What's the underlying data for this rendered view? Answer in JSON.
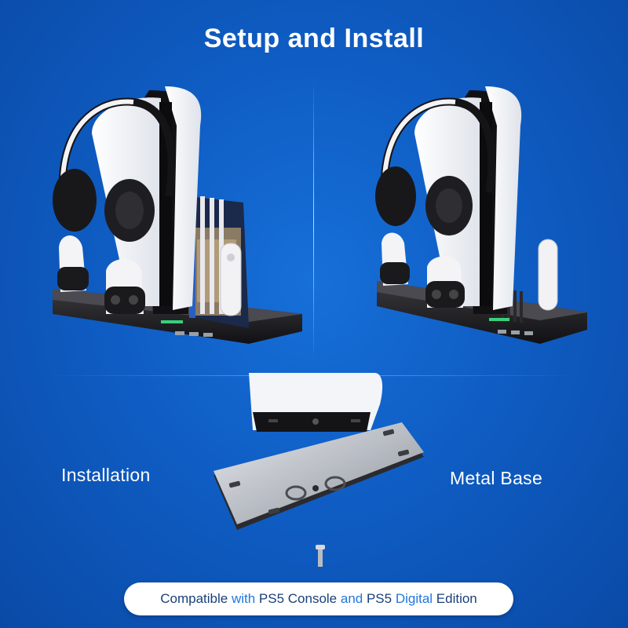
{
  "title": "Setup and Install",
  "labels": {
    "installation": "Installation",
    "metal_base": "Metal Base"
  },
  "caption": {
    "parts": [
      {
        "text": "Compatible ",
        "highlight": false
      },
      {
        "text": "with ",
        "highlight": true
      },
      {
        "text": "PS5 Console ",
        "highlight": false
      },
      {
        "text": "and ",
        "highlight": true
      },
      {
        "text": "PS5 ",
        "highlight": false
      },
      {
        "text": "Digital ",
        "highlight": true
      },
      {
        "text": "Edition",
        "highlight": false
      }
    ]
  },
  "colors": {
    "background": "#0f5dc4",
    "title_text": "#ffffff",
    "caption_text": "#1a3f7a",
    "caption_highlight": "#1f78e0",
    "indicator_led": "#3ad07a"
  },
  "icons": [
    "headphones-icon",
    "controller-icon",
    "remote-icon",
    "usb-port-icon",
    "cooling-fan-icon",
    "screw-icon"
  ]
}
